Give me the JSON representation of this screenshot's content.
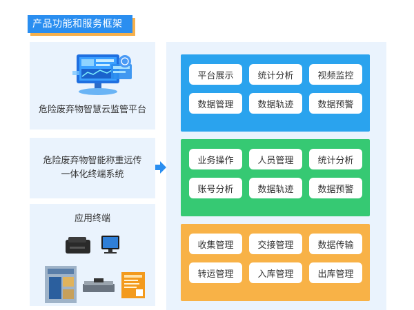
{
  "header": {
    "title": "产品功能和服务框架"
  },
  "left": {
    "cards": [
      {
        "caption": "危险废弃物智慧云监管平台",
        "icon": "monitor-dashboard-icon"
      },
      {
        "caption_line1": "危险废弃物智能称重远传",
        "caption_line2": "一体化终端系统"
      },
      {
        "caption": "应用终端",
        "devices": [
          "label-printer-icon",
          "tablet-terminal-icon",
          "weighing-kiosk-icon",
          "platform-scale-icon",
          "waste-label-sign-icon"
        ]
      }
    ]
  },
  "right": {
    "groups": [
      {
        "color": "#2aa3ee",
        "items": [
          "平台展示",
          "统计分析",
          "视频监控",
          "数据管理",
          "数据轨迹",
          "数据预警"
        ]
      },
      {
        "color": "#36c973",
        "items": [
          "业务操作",
          "人员管理",
          "统计分析",
          "账号分析",
          "数据轨迹",
          "数据预警"
        ]
      },
      {
        "color": "#f8b247",
        "items": [
          "收集管理",
          "交接管理",
          "数据传输",
          "转运管理",
          "入库管理",
          "出库管理"
        ]
      }
    ]
  },
  "colors": {
    "accent_blue": "#2a8ef0",
    "accent_orange": "#f6b04c",
    "panel_bg": "#eaf3fd"
  }
}
